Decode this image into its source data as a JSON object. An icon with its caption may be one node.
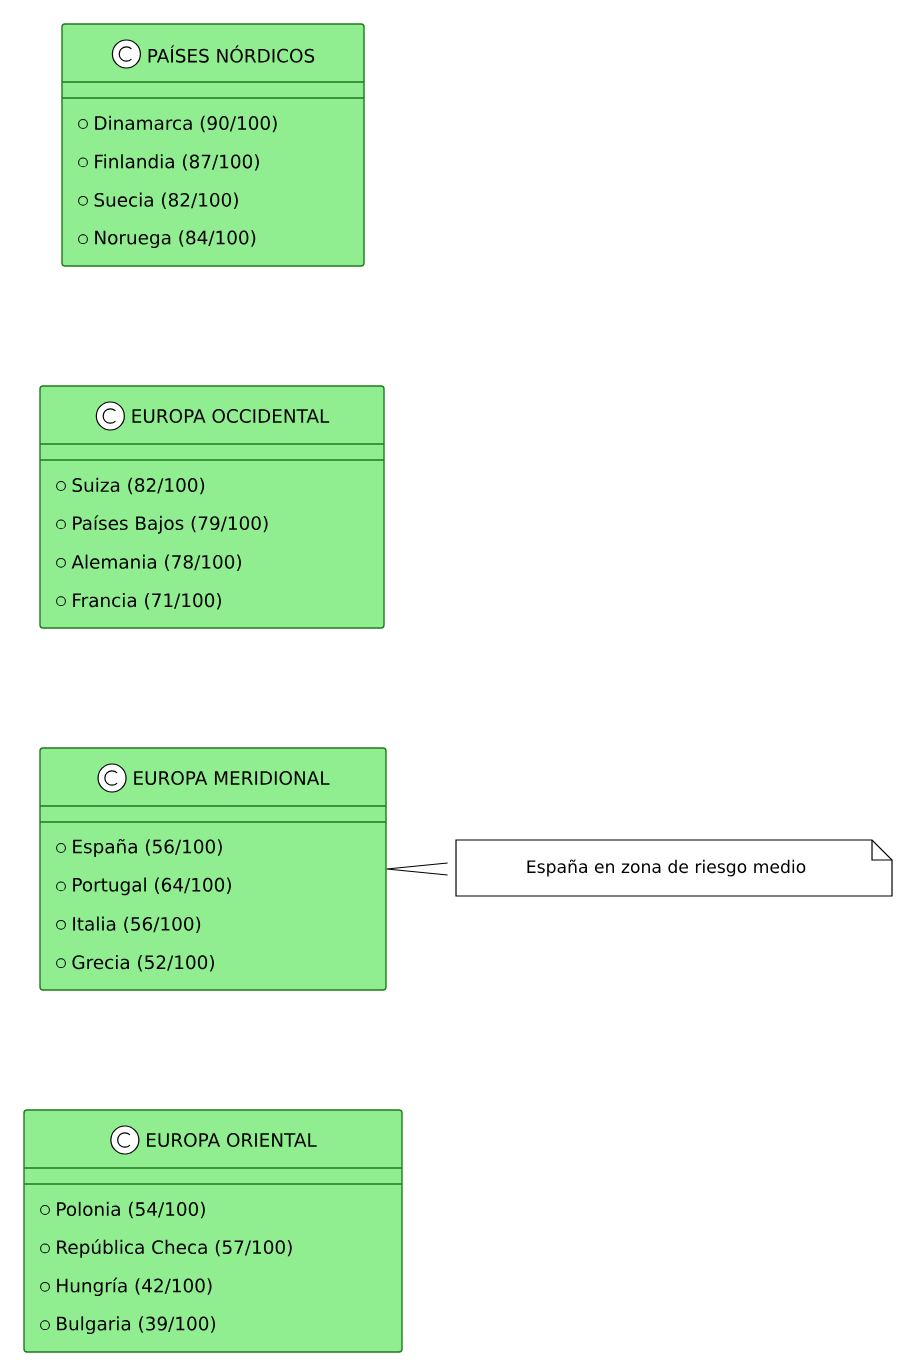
{
  "diagram": {
    "nodes": [
      {
        "text": [
          "PAÍSES NÓRDICOS",
          "Dinamarca (90/100)",
          "Finlandia (87/100)",
          "Suecia (82/100)",
          "Noruega (84/100)"
        ]
      },
      {
        "text": [
          "EUROPA OCCIDENTAL",
          "Suiza (82/100)",
          "Países Bajos (79/100)",
          "Alemania (78/100)",
          "Francia (71/100)"
        ]
      },
      {
        "text": [
          "EUROPA MERIDIONAL",
          "España (56/100)",
          "Portugal (64/100)",
          "Italia (56/100)",
          "Grecia (52/100)"
        ]
      },
      {
        "text": [
          "EUROPA ORIENTAL",
          "Polonia (54/100)",
          "República Checa (57/100)",
          "Hungría (42/100)",
          "Bulgaria (39/100)"
        ]
      },
      {
        "text": [
          "España en zona de riesgo medio"
        ]
      }
    ],
    "edges": [
      {
        "from": 4,
        "to": 2,
        "arrow": "none"
      }
    ]
  }
}
